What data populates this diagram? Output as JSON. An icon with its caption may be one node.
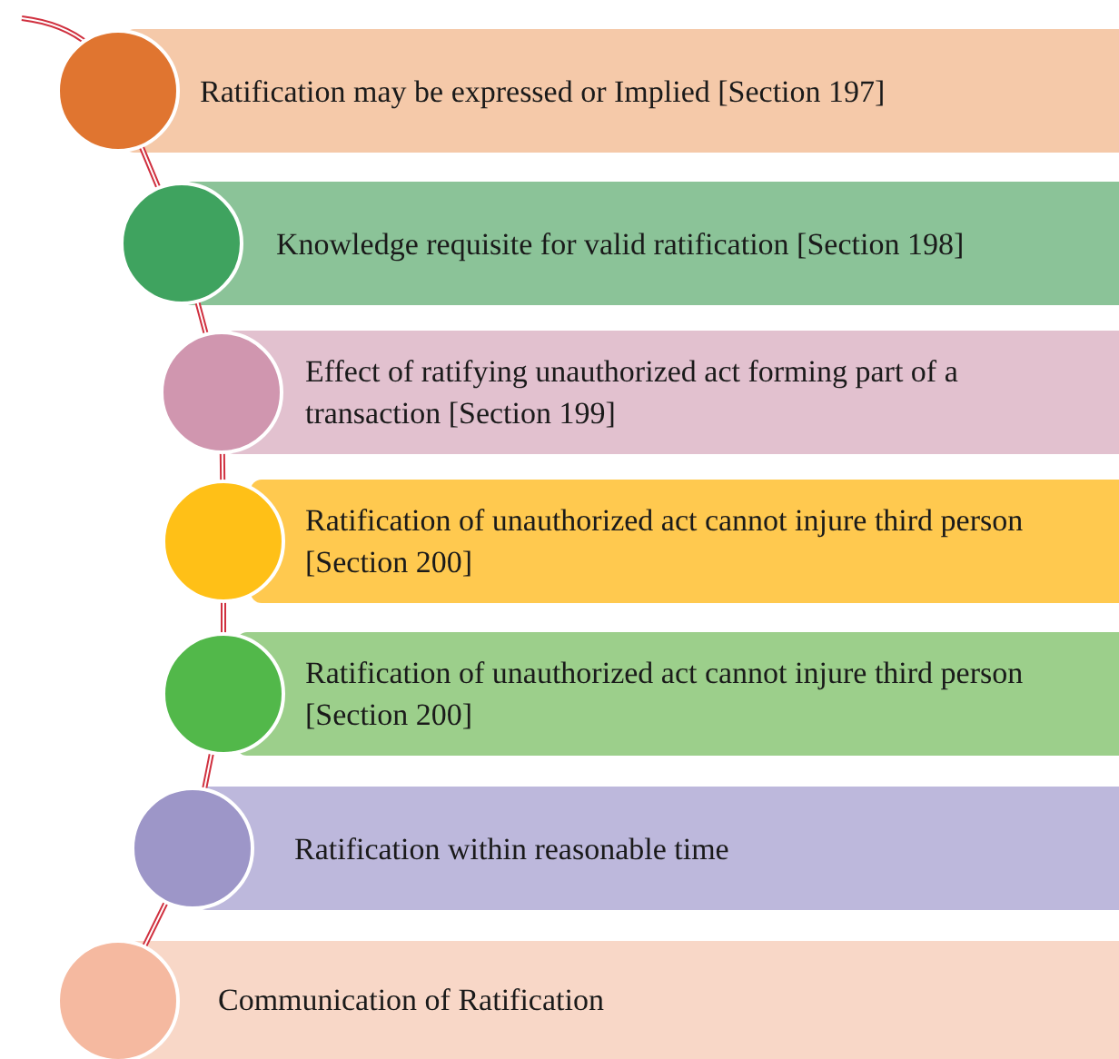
{
  "diagram": {
    "nodes": [
      {
        "text": [
          "Ratification may be expressed or Implied [Section 197]"
        ]
      },
      {
        "text": [
          "Knowledge requisite for valid ratification [Section 198]"
        ]
      },
      {
        "text": [
          "Effect of ratifying unauthorized act forming part of a transaction [Section 199]"
        ]
      },
      {
        "text": [
          "Ratification of unauthorized act cannot injure third person [Section 200]"
        ]
      },
      {
        "text": [
          "Ratification of unauthorized act cannot injure third person [Section 200]"
        ]
      },
      {
        "text": [
          "Ratification within reasonable time"
        ]
      },
      {
        "text": [
          "Communication of Ratification"
        ]
      }
    ]
  }
}
